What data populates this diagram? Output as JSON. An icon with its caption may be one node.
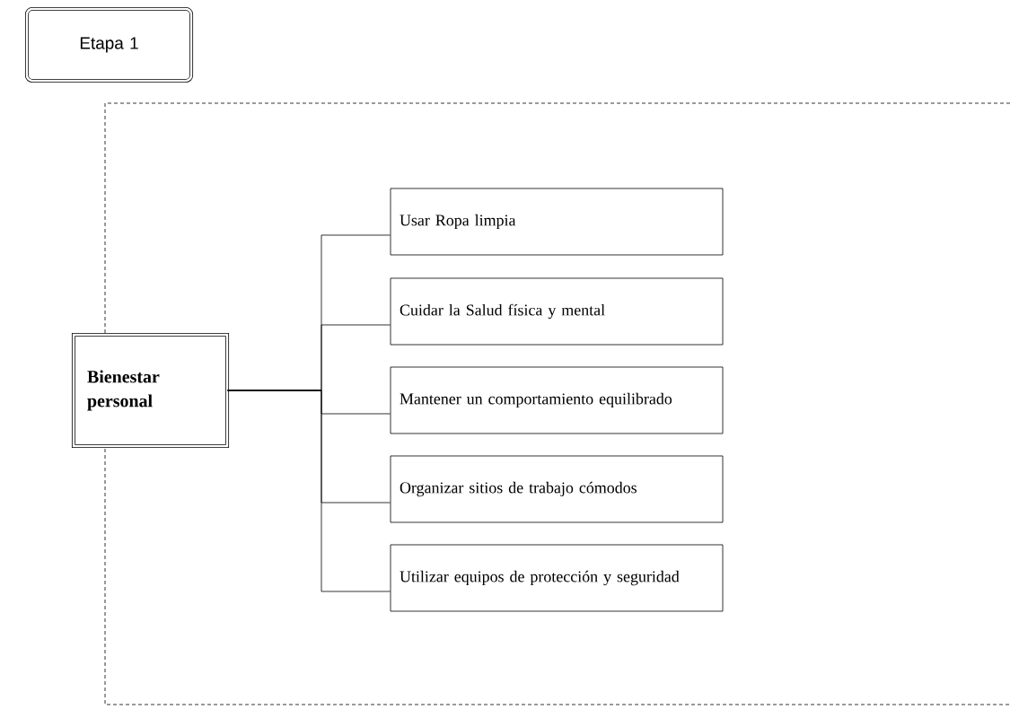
{
  "diagram": {
    "nodes": [
      {
        "text": [
          "Etapa 1"
        ]
      },
      {
        "text": [
          "Bienestar personal"
        ]
      },
      {
        "text": [
          "Usar Ropa limpia"
        ]
      },
      {
        "text": [
          "Cuidar la Salud física y mental"
        ]
      },
      {
        "text": [
          "Mantener un comportamiento equilibrado"
        ]
      },
      {
        "text": [
          "Organizar sitios de trabajo cómodos"
        ]
      },
      {
        "text": [
          "Utilizar equipos de protección y seguridad"
        ]
      }
    ],
    "edges": [
      {
        "from": 1,
        "to": 2,
        "arrow": "none"
      },
      {
        "from": 1,
        "to": 3,
        "arrow": "none"
      },
      {
        "from": 1,
        "to": 4,
        "arrow": "none"
      },
      {
        "from": 1,
        "to": 5,
        "arrow": "none"
      },
      {
        "from": 1,
        "to": 6,
        "arrow": "none"
      }
    ]
  }
}
